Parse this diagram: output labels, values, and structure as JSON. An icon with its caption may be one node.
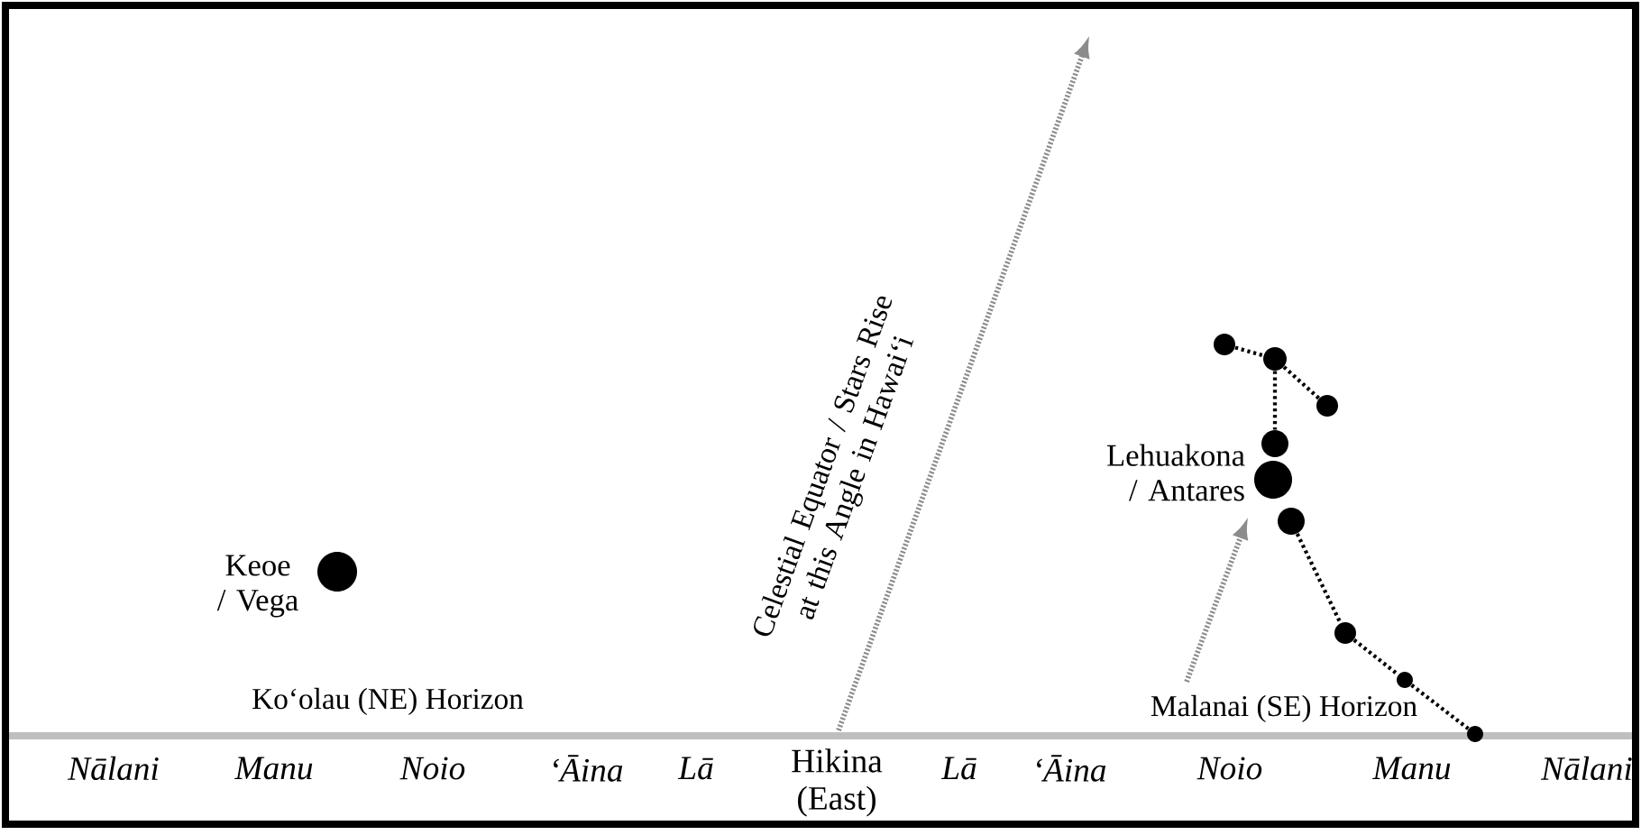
{
  "diagram": {
    "nodes": [
      {
        "text": [],
        "shape": "circle",
        "beside": [
          "Keoe / Vega"
        ]
      },
      {
        "text": [],
        "shape": "circle"
      },
      {
        "text": [],
        "shape": "circle"
      },
      {
        "text": [],
        "shape": "circle"
      },
      {
        "text": [],
        "shape": "circle"
      },
      {
        "text": [],
        "shape": "circle",
        "beside": [
          "Lehuakona / Antares"
        ]
      },
      {
        "text": [],
        "shape": "circle"
      },
      {
        "text": [],
        "shape": "circle"
      },
      {
        "text": [],
        "shape": "circle"
      },
      {
        "text": [],
        "shape": "circle"
      }
    ],
    "edges": [
      {
        "from": 1,
        "to": 2,
        "arrow": "none"
      },
      {
        "from": 2,
        "to": 3,
        "arrow": "none"
      },
      {
        "from": 2,
        "to": 4,
        "arrow": "none"
      },
      {
        "from": 6,
        "to": 7,
        "arrow": "none"
      },
      {
        "from": 7,
        "to": 8,
        "arrow": "none"
      },
      {
        "from": 8,
        "to": 9,
        "arrow": "none"
      }
    ],
    "labels": [
      "Celestial Equator / Stars Rise at this Angle in Hawai‘i",
      "Ko‘olau (NE) Horizon",
      "Malanai (SE) Horizon",
      "Nālani",
      "Manu",
      "Noio",
      "‘Āina",
      "Lā",
      "Hikina (East)",
      "Lā",
      "‘Āina",
      "Noio",
      "Manu",
      "Nālani"
    ]
  }
}
